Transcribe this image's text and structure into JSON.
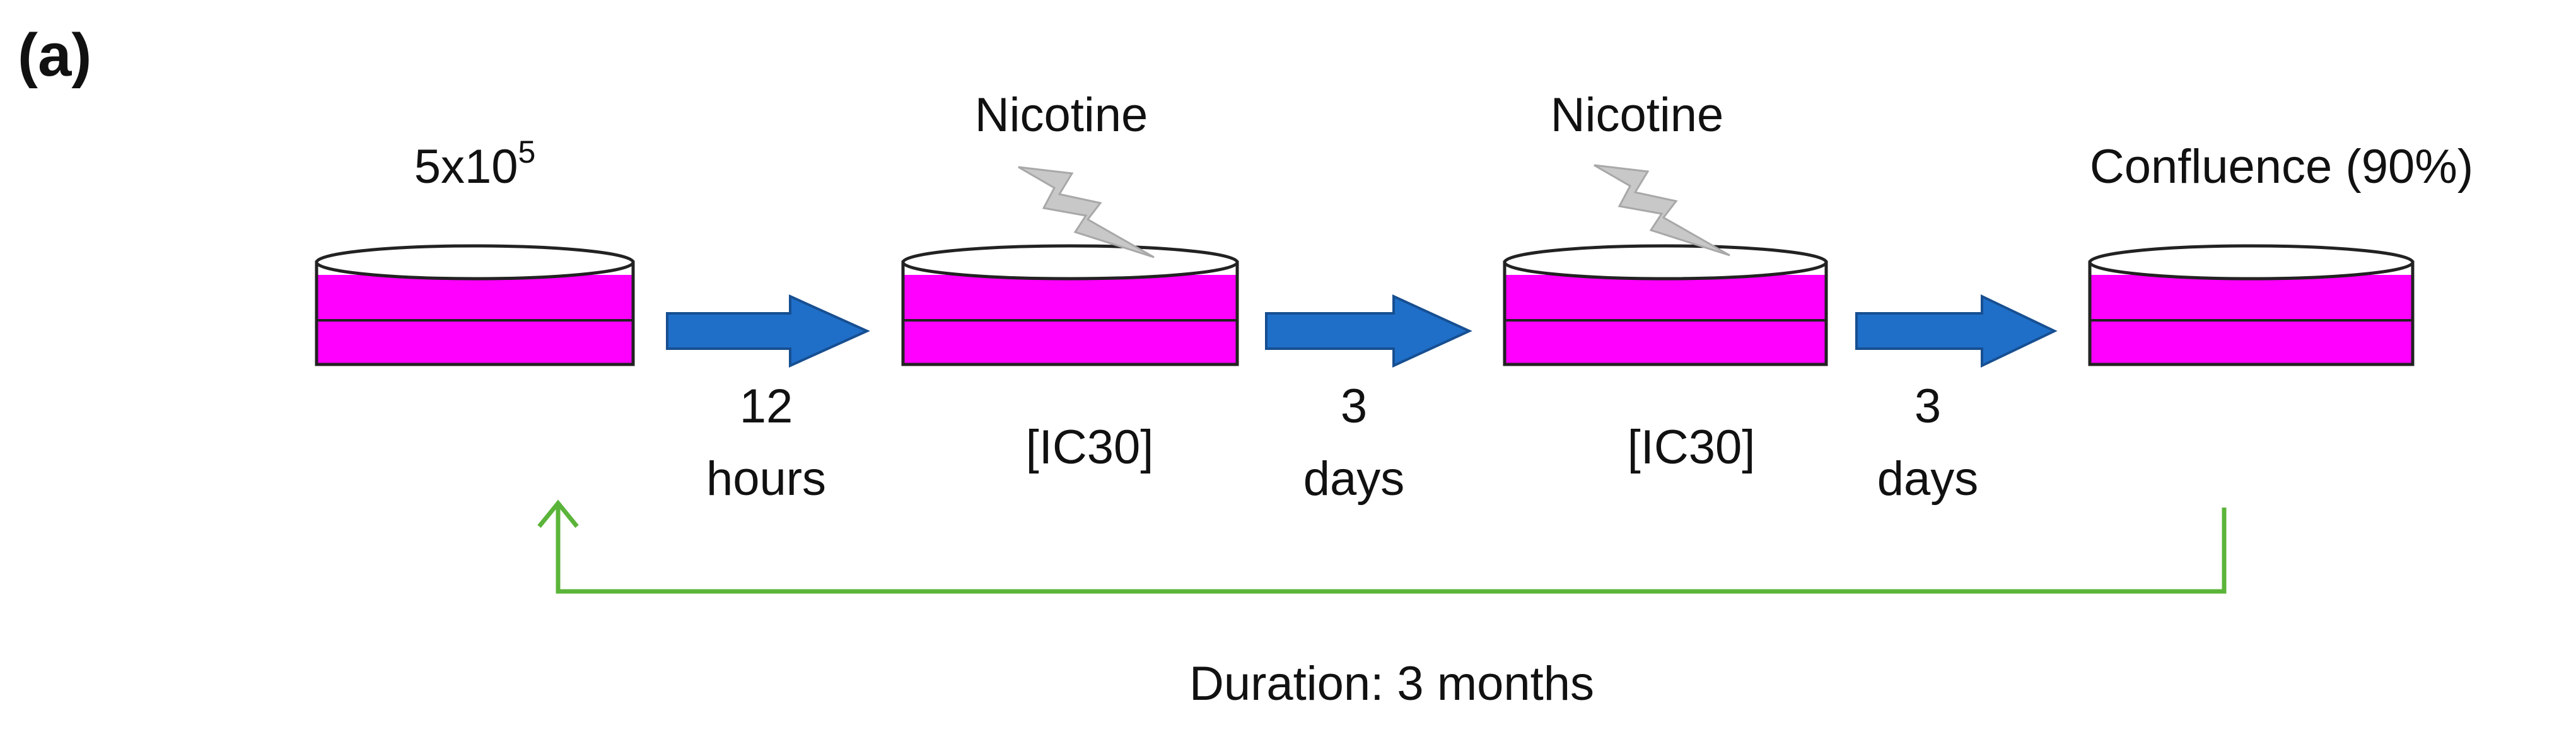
{
  "panel_label": "(a)",
  "dishes": [
    {
      "top_label_base": "5x10",
      "top_label_sup": "5",
      "bottom_label": ""
    },
    {
      "top_label_base": "Nicotine",
      "top_label_sup": "",
      "bottom_label": "[IC30]"
    },
    {
      "top_label_base": "Nicotine",
      "top_label_sup": "",
      "bottom_label": "[IC30]"
    },
    {
      "top_label_base": "Confluence (90%)",
      "top_label_sup": "",
      "bottom_label": ""
    }
  ],
  "steps": [
    {
      "line1": "12",
      "line2": "hours"
    },
    {
      "line1": "3",
      "line2": "days"
    },
    {
      "line1": "3",
      "line2": "days"
    }
  ],
  "cycle_label": "Duration: 3 months",
  "colors": {
    "medium": "#ff00ff",
    "dish_outline": "#222222",
    "step_arrow": "#1f6fc9",
    "cycle_arrow": "#5bb43a",
    "bolt": "#c8c8c8"
  }
}
